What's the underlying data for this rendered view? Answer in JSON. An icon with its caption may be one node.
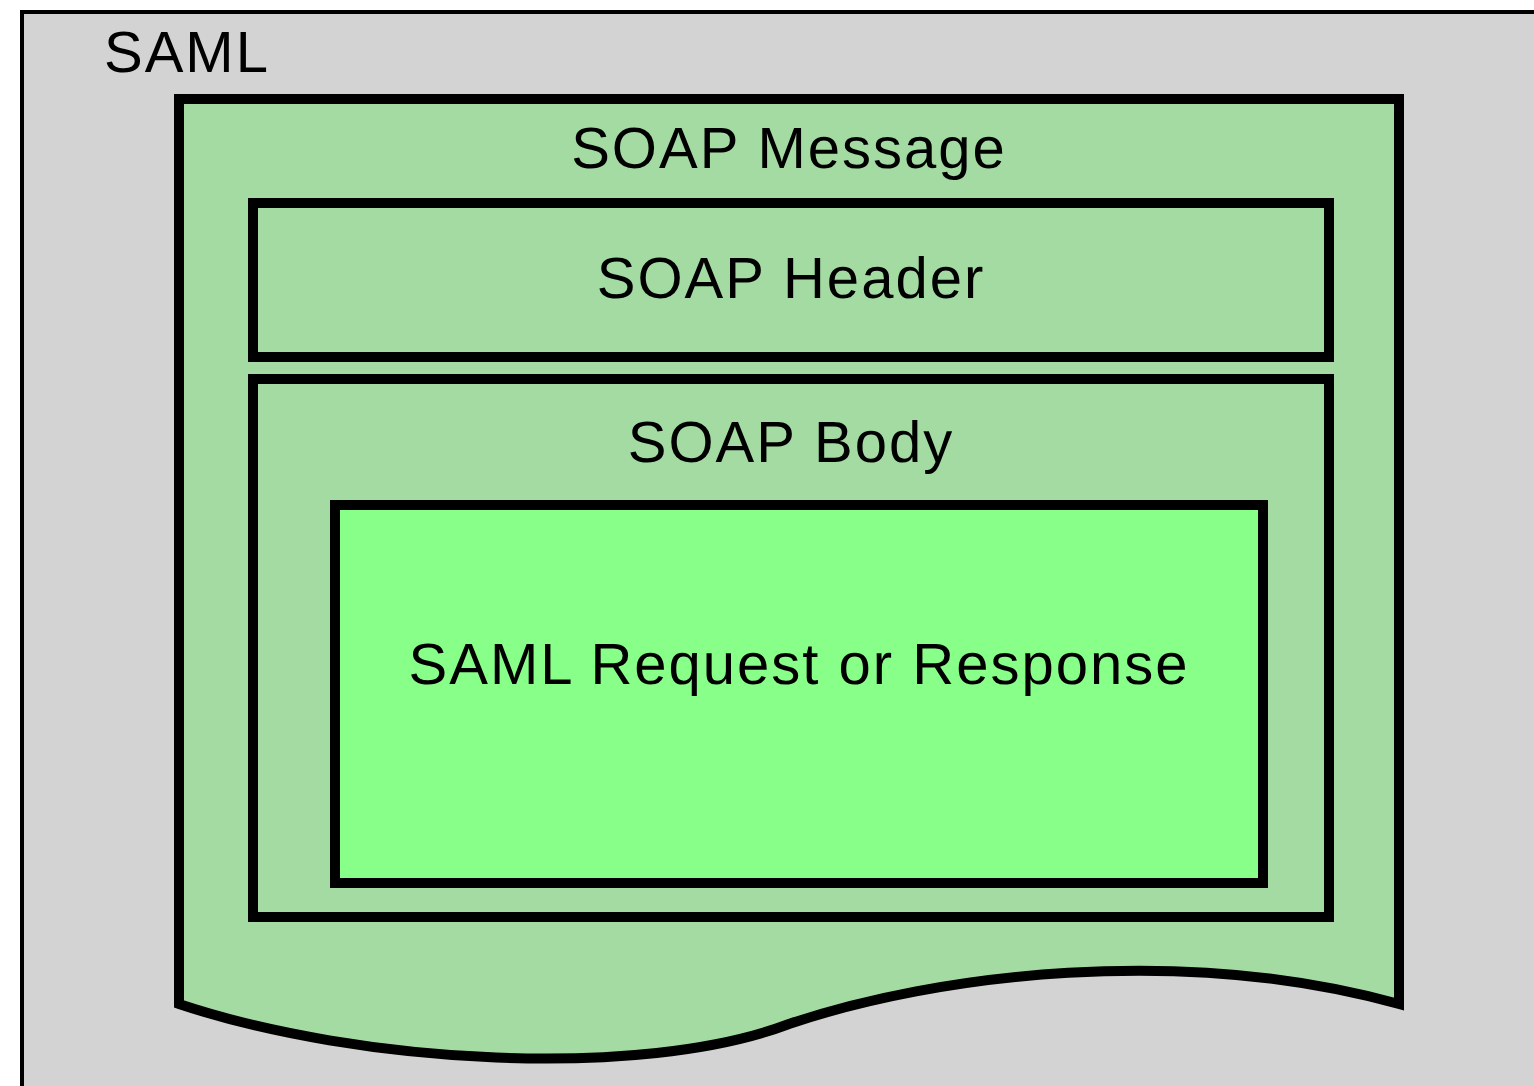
{
  "diagram": {
    "nodes": [
      {
        "text": [
          "SAML"
        ]
      },
      {
        "text": [
          "SOAP Message"
        ],
        "in": 0
      },
      {
        "text": [
          "SOAP Header"
        ],
        "in": 1
      },
      {
        "text": [
          "SOAP Body"
        ],
        "in": 1
      },
      {
        "text": [
          "SAML Request or Response"
        ],
        "in": 3
      }
    ]
  }
}
